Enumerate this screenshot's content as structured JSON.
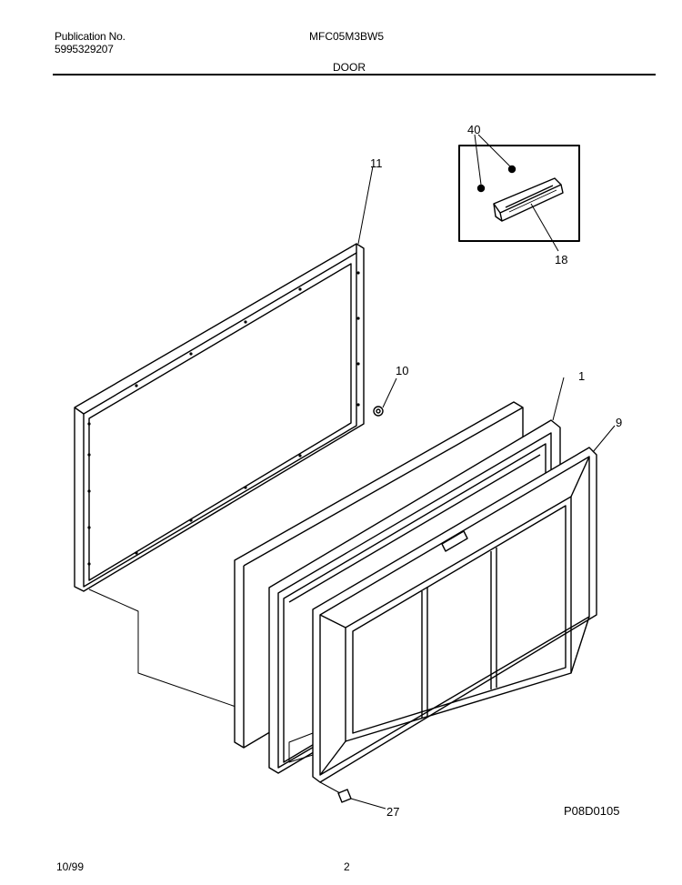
{
  "header": {
    "publication_label": "Publication No.",
    "publication_number": "5995329207",
    "model": "MFC05M3BW5",
    "section": "DOOR"
  },
  "callouts": {
    "c40": "40",
    "c18": "18",
    "c11": "11",
    "c10": "10",
    "c1": "1",
    "c9": "9",
    "c27": "27"
  },
  "figure_id": "P08D0105",
  "footer": {
    "date": "10/99",
    "page": "2"
  }
}
